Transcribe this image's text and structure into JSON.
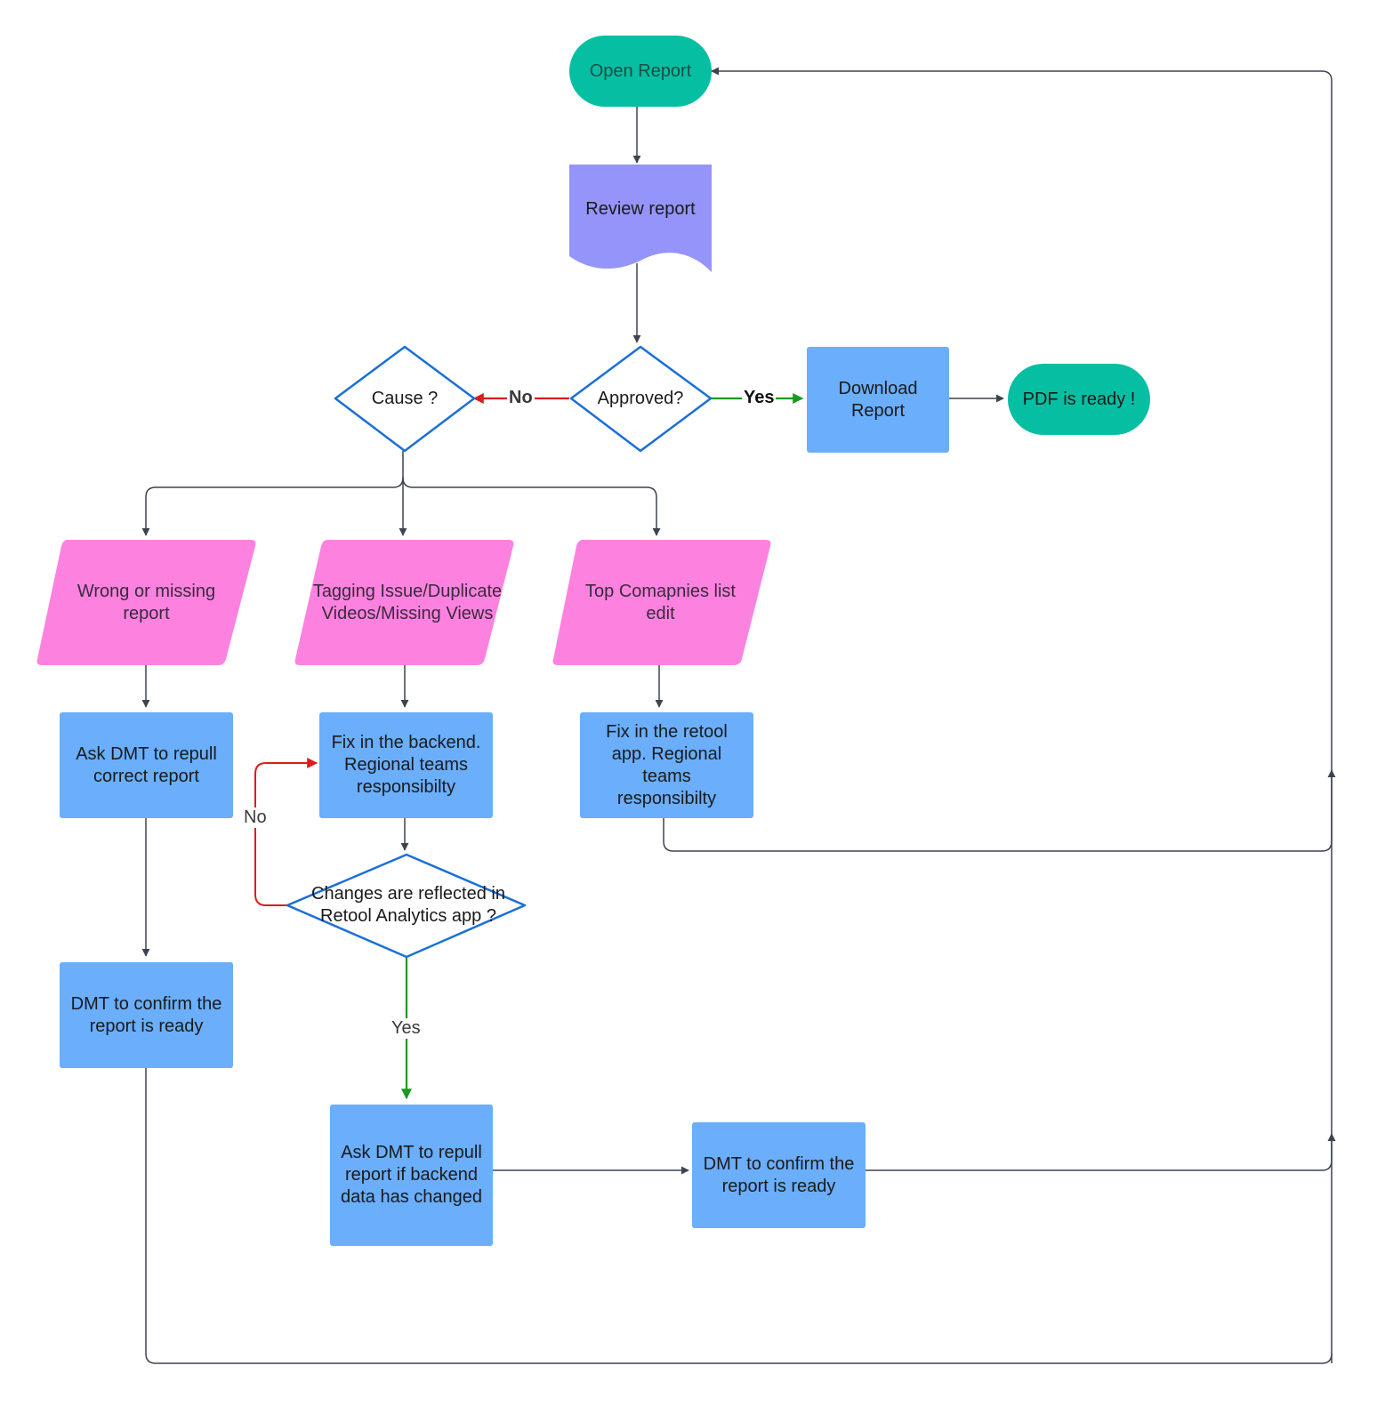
{
  "colors": {
    "terminal": "#06bfa2",
    "document": "#9494fb",
    "process": "#6aaefc",
    "io": "#fd82e0",
    "decision_stroke": "#1a6fd8",
    "arrow": "#3d4450",
    "no_arrow": "#dd1c1c",
    "yes_arrow": "#189a1e"
  },
  "nodes": {
    "open_report": {
      "label": "Open Report",
      "shape": "terminal"
    },
    "review_report": {
      "label": "Review report",
      "shape": "document"
    },
    "approved": {
      "label": "Approved?",
      "shape": "decision"
    },
    "cause": {
      "label": "Cause ?",
      "shape": "decision"
    },
    "download_report": {
      "label": "Download Report",
      "shape": "process"
    },
    "pdf_ready": {
      "label": "PDF is ready !",
      "shape": "terminal"
    },
    "wrong_missing": {
      "label": "Wrong or missing report",
      "shape": "io"
    },
    "tagging_issue": {
      "label": "Tagging Issue/Duplicate Videos/Missing Views",
      "shape": "io"
    },
    "top_companies": {
      "label": "Top Comapnies list edit",
      "shape": "io"
    },
    "ask_dmt_repull": {
      "label": "Ask DMT to repull correct report",
      "shape": "process"
    },
    "fix_backend": {
      "label": "Fix in the backend. Regional teams responsibilty",
      "shape": "process"
    },
    "fix_retool": {
      "label": "Fix in the retool app. Regional teams responsibilty",
      "shape": "process"
    },
    "changes_reflected": {
      "label": "Changes are reflected in Retool Analytics app ?",
      "shape": "decision"
    },
    "dmt_confirm_left": {
      "label": "DMT to confirm the report is ready",
      "shape": "process"
    },
    "ask_dmt_backend": {
      "label": "Ask DMT to repull report if backend data has changed",
      "shape": "process"
    },
    "dmt_confirm_right": {
      "label": "DMT to confirm the report is ready",
      "shape": "process"
    }
  },
  "edge_labels": {
    "approved_no": "No",
    "approved_yes": "Yes",
    "changes_no": "No",
    "changes_yes": "Yes"
  }
}
